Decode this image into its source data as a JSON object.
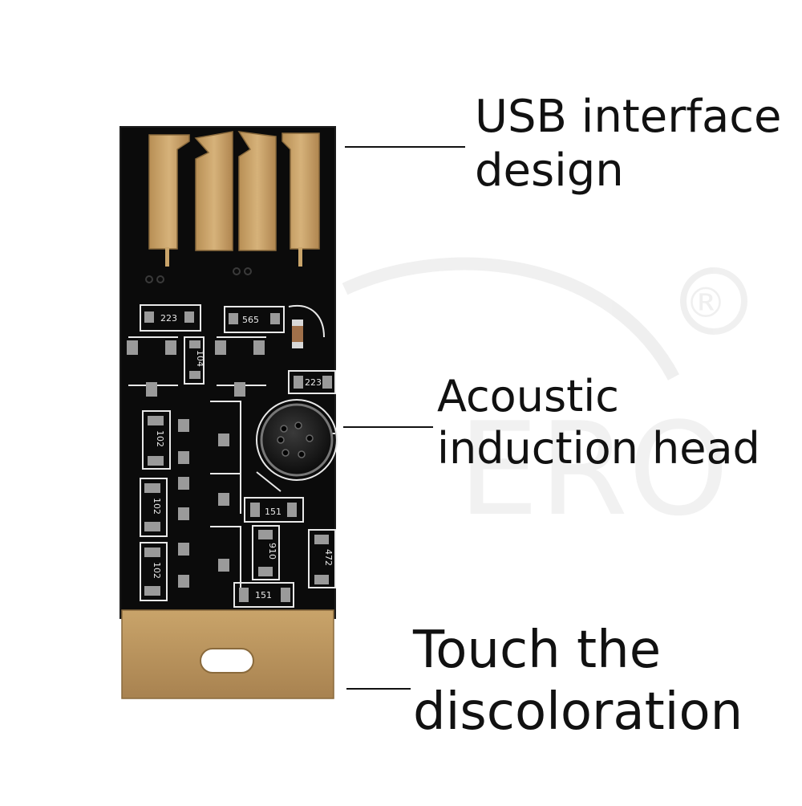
{
  "callouts": {
    "usb_interface": {
      "line1": "USB interface",
      "line2": "design"
    },
    "acoustic_head": {
      "line1": "Acoustic",
      "line2": "induction head"
    },
    "touch": {
      "line1": "Touch the",
      "line2": "discoloration"
    }
  },
  "components": {
    "r1": "223",
    "r2": "565",
    "r3": "104",
    "r4": "223",
    "r5": "102",
    "r6": "102",
    "r7": "102",
    "r8": "151",
    "r9": "910",
    "r10": "472",
    "r11": "151"
  },
  "watermark": {
    "registered_mark": "®",
    "brand_fragment": "ERO"
  },
  "colors": {
    "pcb_black": "#0b0b0b",
    "gold_pad": "#c9a46a",
    "gold_dark": "#9c7a45",
    "silkscreen": "#e8e8e8",
    "text": "#111111"
  }
}
